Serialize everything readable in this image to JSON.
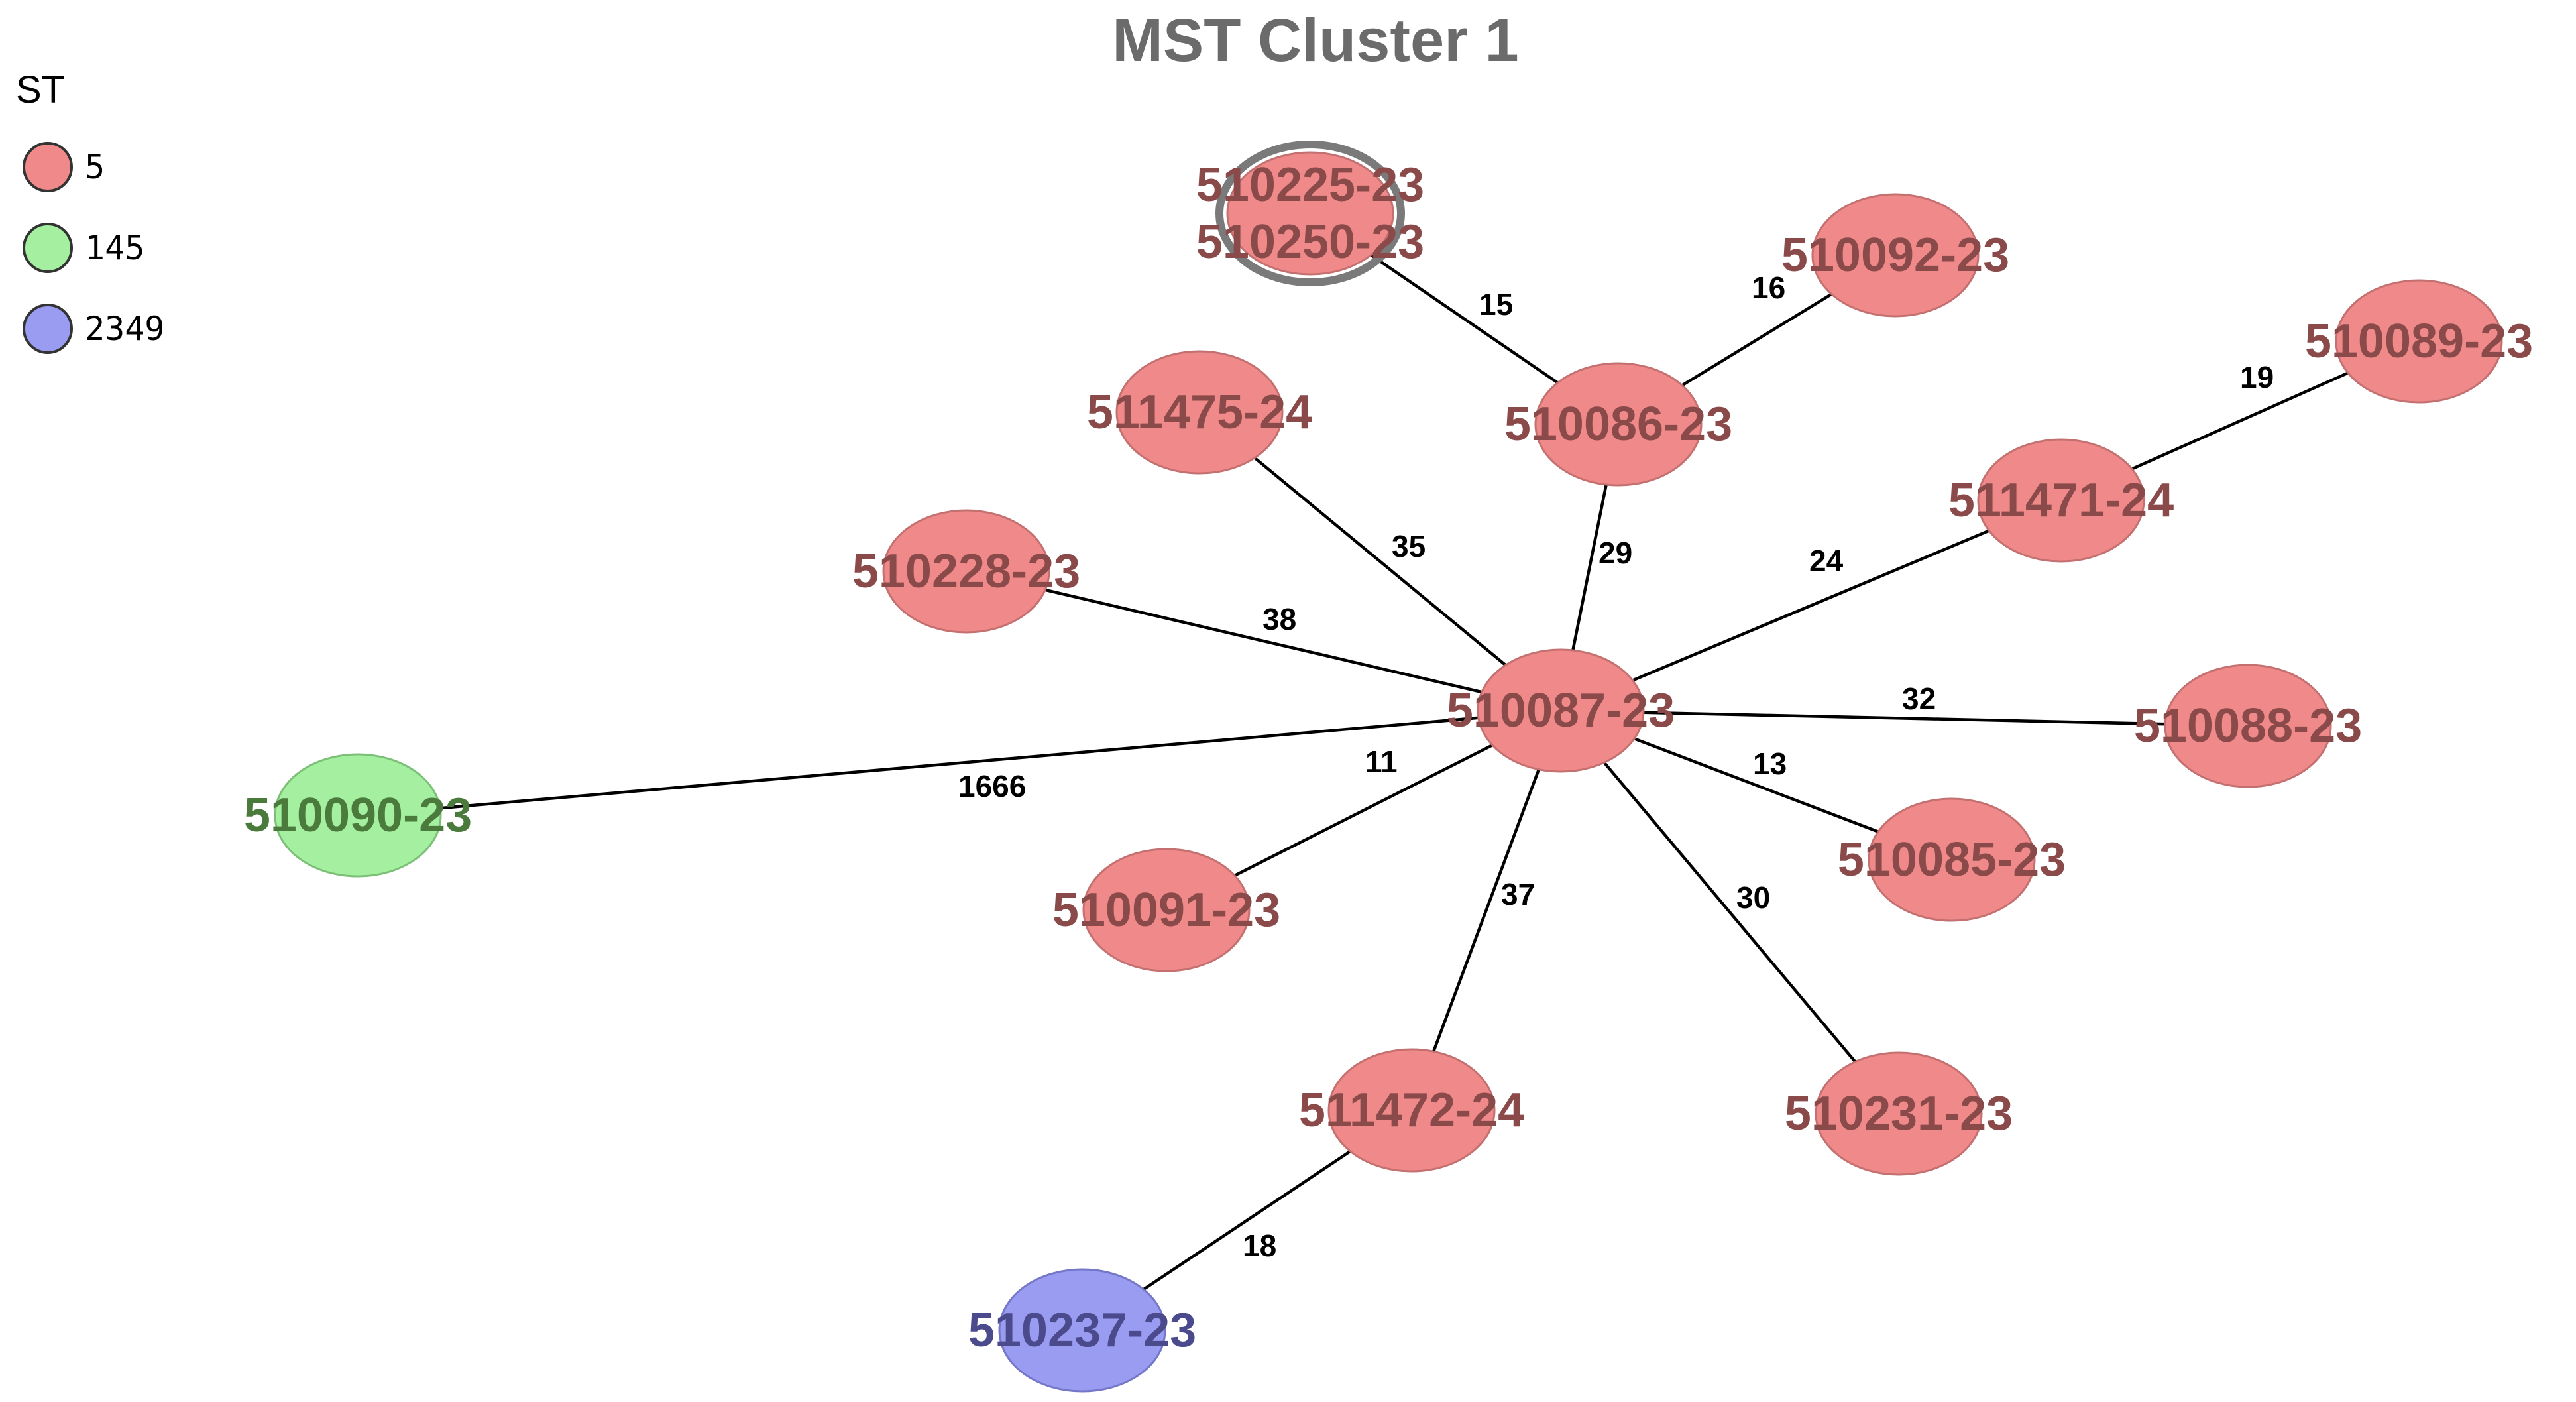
{
  "title": "MST Cluster 1",
  "legend": {
    "title": "ST",
    "items": [
      {
        "label": "5",
        "color": "#f08a8a"
      },
      {
        "label": "145",
        "color": "#a5f0a0"
      },
      {
        "label": "2349",
        "color": "#9a9cf2"
      }
    ]
  },
  "palette": {
    "st5_text": "#8a4a4a",
    "st145_text": "#4a7a3c",
    "st2349_text": "#4a4a8c",
    "node_stroke_st5": "#c47070",
    "node_stroke_st145": "#7cc078",
    "node_stroke_st2349": "#7476c8",
    "highlight_ring": "#7a7a7a"
  },
  "nodes": [
    {
      "id": "510087-23",
      "labels": [
        "510087-23"
      ],
      "st": "5"
    },
    {
      "id": "510225-23",
      "labels": [
        "510225-23",
        "510250-23"
      ],
      "st": "5",
      "highlighted": true
    },
    {
      "id": "510092-23",
      "labels": [
        "510092-23"
      ],
      "st": "5"
    },
    {
      "id": "510089-23",
      "labels": [
        "510089-23"
      ],
      "st": "5"
    },
    {
      "id": "511475-24",
      "labels": [
        "511475-24"
      ],
      "st": "5"
    },
    {
      "id": "510086-23",
      "labels": [
        "510086-23"
      ],
      "st": "5"
    },
    {
      "id": "511471-24",
      "labels": [
        "511471-24"
      ],
      "st": "5"
    },
    {
      "id": "510228-23",
      "labels": [
        "510228-23"
      ],
      "st": "5"
    },
    {
      "id": "510088-23",
      "labels": [
        "510088-23"
      ],
      "st": "5"
    },
    {
      "id": "510090-23",
      "labels": [
        "510090-23"
      ],
      "st": "145"
    },
    {
      "id": "510085-23",
      "labels": [
        "510085-23"
      ],
      "st": "5"
    },
    {
      "id": "510091-23",
      "labels": [
        "510091-23"
      ],
      "st": "5"
    },
    {
      "id": "511472-24",
      "labels": [
        "511472-24"
      ],
      "st": "5"
    },
    {
      "id": "510231-23",
      "labels": [
        "510231-23"
      ],
      "st": "5"
    },
    {
      "id": "510237-23",
      "labels": [
        "510237-23"
      ],
      "st": "2349"
    }
  ],
  "edges": [
    {
      "from": "510087-23",
      "to": "510086-23",
      "weight": "29"
    },
    {
      "from": "510086-23",
      "to": "510225-23",
      "weight": "15"
    },
    {
      "from": "510086-23",
      "to": "510092-23",
      "weight": "16"
    },
    {
      "from": "510087-23",
      "to": "511475-24",
      "weight": "35"
    },
    {
      "from": "510087-23",
      "to": "510228-23",
      "weight": "38"
    },
    {
      "from": "510087-23",
      "to": "511471-24",
      "weight": "24"
    },
    {
      "from": "511471-24",
      "to": "510089-23",
      "weight": "19"
    },
    {
      "from": "510087-23",
      "to": "510088-23",
      "weight": "32"
    },
    {
      "from": "510087-23",
      "to": "510090-23",
      "weight": "1666"
    },
    {
      "from": "510087-23",
      "to": "510091-23",
      "weight": "11"
    },
    {
      "from": "510087-23",
      "to": "510085-23",
      "weight": "13"
    },
    {
      "from": "510087-23",
      "to": "511472-24",
      "weight": "37"
    },
    {
      "from": "510087-23",
      "to": "510231-23",
      "weight": "30"
    },
    {
      "from": "511472-24",
      "to": "510237-23",
      "weight": "18"
    }
  ]
}
